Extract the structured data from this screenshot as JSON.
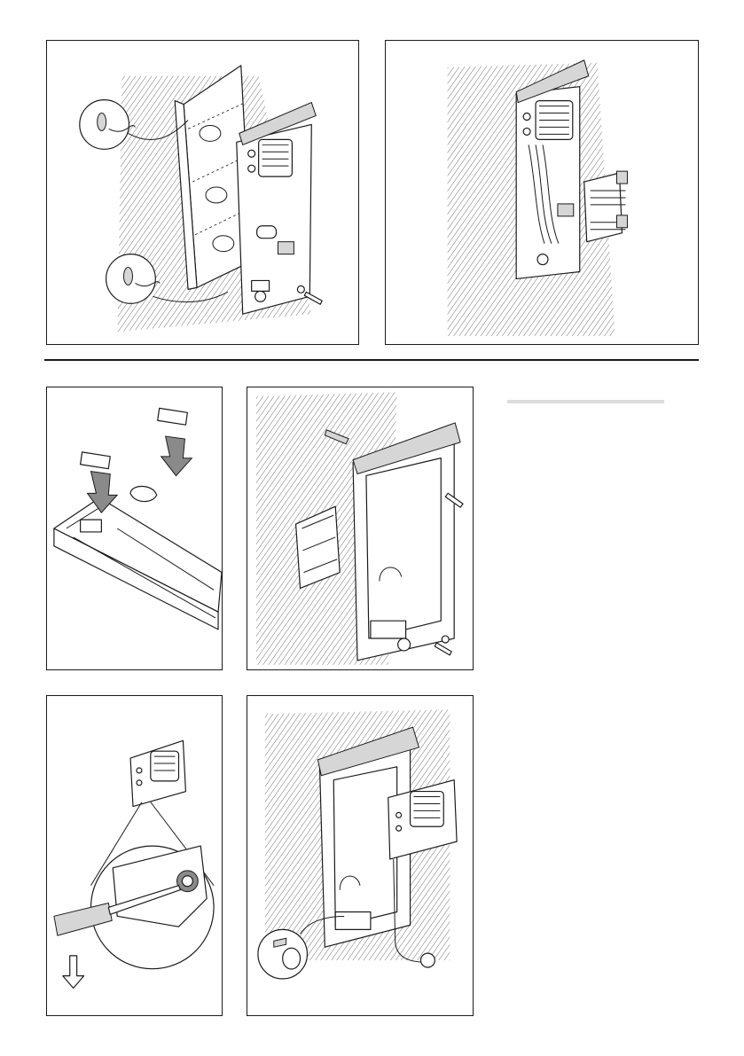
{
  "page": {
    "figures": [
      {
        "id": "p1",
        "name": "wall-box-mounting-figure",
        "icons": [
          "magnifier-detail-cable-icon",
          "screw-icon"
        ]
      },
      {
        "id": "p2",
        "name": "cabling-module-figure",
        "icons": [
          "connector-icon"
        ]
      },
      {
        "id": "p3",
        "name": "frame-label-insert-figure",
        "icons": [
          "down-arrow-icon"
        ]
      },
      {
        "id": "p4",
        "name": "frame-fixing-figure",
        "icons": [
          "screw-icon",
          "wall-plug-icon"
        ]
      },
      {
        "id": "p5",
        "name": "module-release-screwdriver-figure",
        "icons": [
          "screwdriver-icon",
          "outline-down-arrow-icon"
        ]
      },
      {
        "id": "p6",
        "name": "module-insert-figure",
        "icons": [
          "magnifier-detail-knob-icon"
        ]
      }
    ],
    "colors": {
      "line": "#1a1a1a",
      "hatch": "#1a1a1a",
      "fill_light": "#d6d6d6",
      "fill_dark": "#8a8a8a",
      "bar": "#dcdcdc"
    }
  }
}
